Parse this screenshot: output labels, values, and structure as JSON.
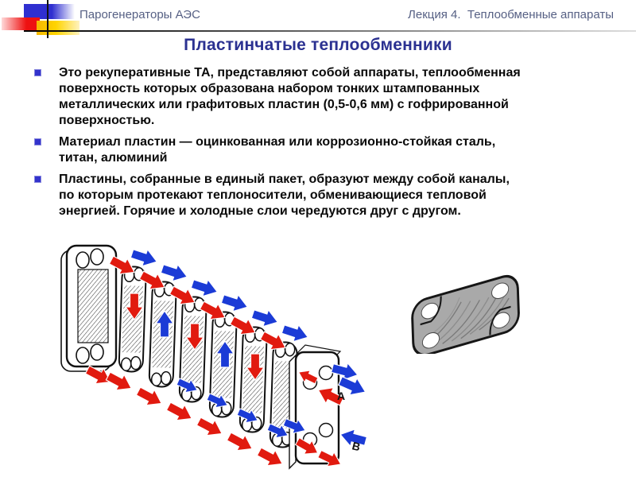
{
  "slide": {
    "header": {
      "left": "Парогенераторы АЭС",
      "right": "Лекция 4.  Теплообменные аппараты"
    },
    "title": "Пластинчатые теплообменники",
    "bullets": [
      {
        "lines": [
          "Это рекуперативные ТА, представляют собой аппараты, теплообменная",
          "поверхность которых образована набором тонких штампованных",
          "металлических или графитовых пластин (0,5-0,6 мм) с гофрированной",
          "поверхностью."
        ]
      },
      {
        "lines": [
          "Материал пластин — оцинкованная или коррозионно-стойкая сталь,",
          "титан, алюминий"
        ]
      },
      {
        "lines": [
          "Пластины, собранные в единый пакет, образуют между собой каналы,",
          "по которым протекают теплоносители, обменивающиеся тепловой",
          "энергией. Горячие и холодные слои чередуются друг с другом."
        ]
      }
    ],
    "figure": {
      "label_a": "A",
      "label_b": "B",
      "hot_color": "#e11a0f",
      "cold_color": "#1b3bd6"
    },
    "colors": {
      "title": "#2b3191",
      "header_text": "#566084",
      "body_text": "#0a0a0a",
      "bullet_marker": "#3333cc",
      "logo_blue": "#2f2fd0",
      "logo_red": "#ee1111",
      "logo_yellow": "#ffd400",
      "plate_gray": "#a9a9a9"
    }
  }
}
